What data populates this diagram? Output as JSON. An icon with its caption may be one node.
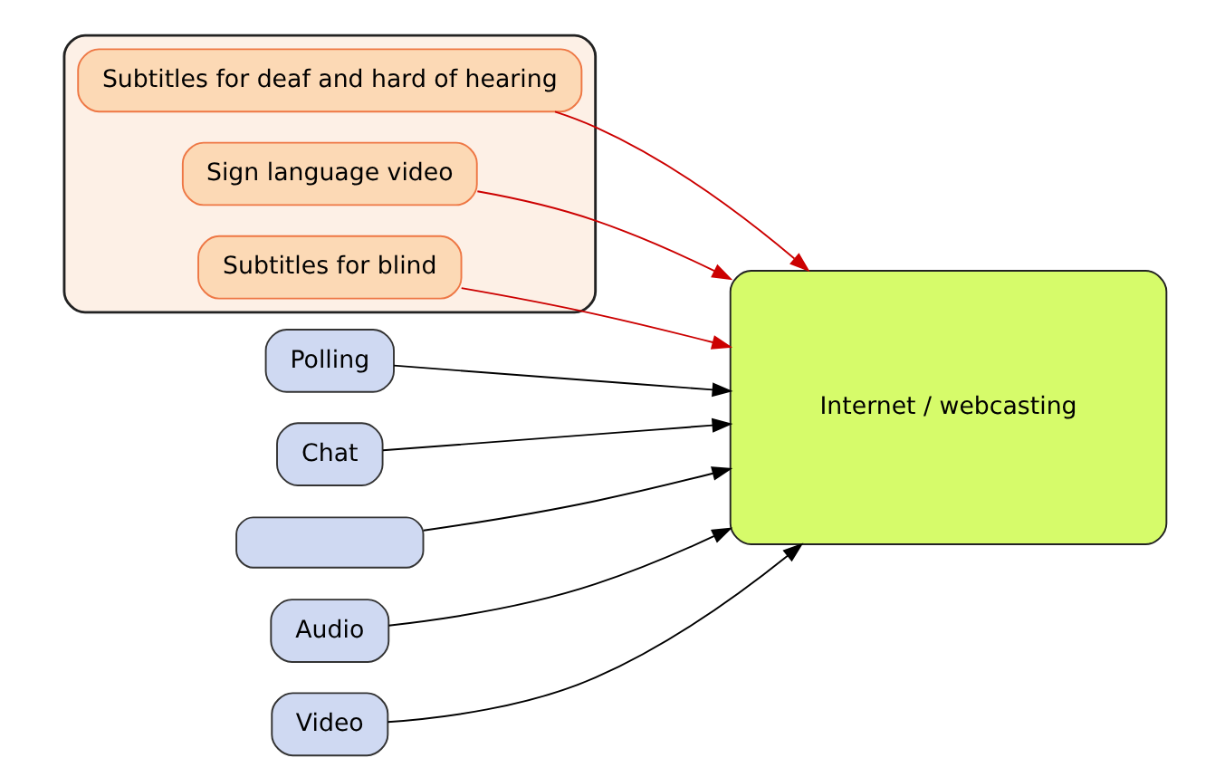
{
  "diagram": {
    "nodes": [
      {
        "text": [],
        "shape": "box"
      },
      {
        "text": [
          "Subtitles for deaf and hard of hearing"
        ],
        "in": 0
      },
      {
        "text": [
          "Sign language video"
        ],
        "in": 0
      },
      {
        "text": [
          "Subtitles for blind"
        ],
        "in": 0
      },
      {
        "text": [
          "Polling"
        ]
      },
      {
        "text": [
          "Chat"
        ]
      },
      {
        "text": [],
        "shape": "box"
      },
      {
        "text": [
          "Audio"
        ]
      },
      {
        "text": [
          "Video"
        ]
      },
      {
        "text": [
          "Internet / webcasting"
        ]
      }
    ],
    "edges": [
      {
        "from": 2,
        "to": 9,
        "arrow": "to",
        "color": "#cc0000"
      },
      {
        "from": 1,
        "to": 9,
        "arrow": "to",
        "color": "#cc0000"
      },
      {
        "from": 3,
        "to": 9,
        "arrow": "to",
        "color": "#cc0000"
      },
      {
        "from": 4,
        "to": 9,
        "arrow": "to"
      },
      {
        "from": 5,
        "to": 9,
        "arrow": "to"
      },
      {
        "from": 6,
        "to": 9,
        "arrow": "to"
      },
      {
        "from": 7,
        "to": 9,
        "arrow": "to"
      },
      {
        "from": 8,
        "to": 9,
        "arrow": "to"
      }
    ]
  }
}
